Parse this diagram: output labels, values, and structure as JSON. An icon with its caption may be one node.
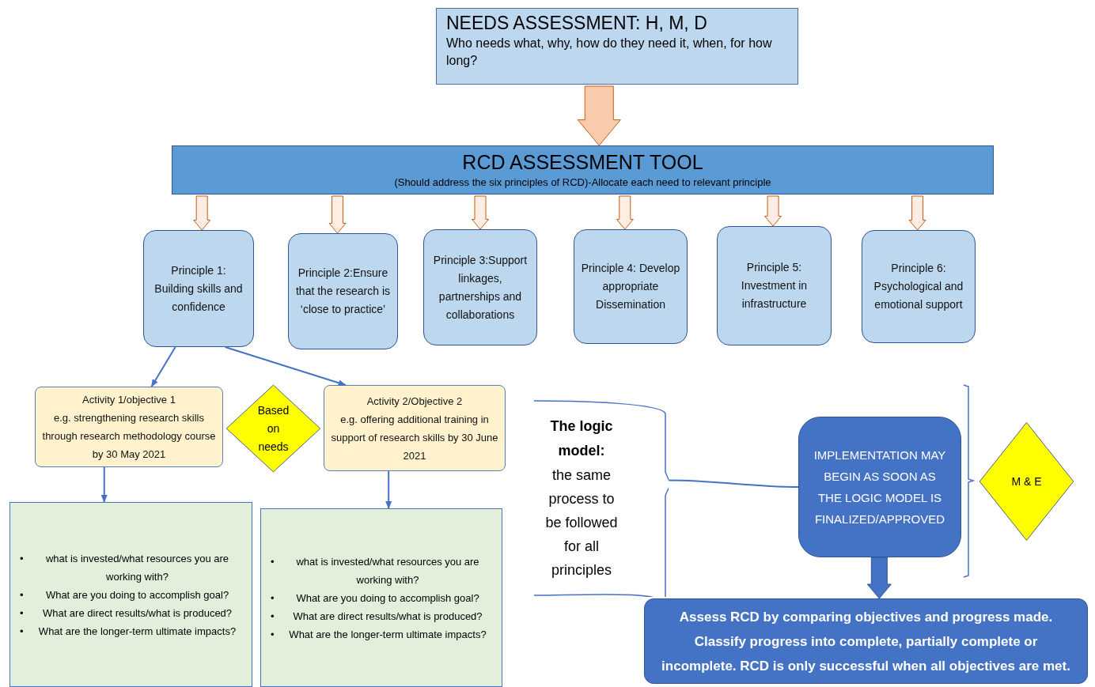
{
  "diagram": {
    "nodes": [
      {
        "text": [
          "NEEDS ASSESSMENT: H, M, D",
          "Who needs what, why, how do they need it, when, for how long?"
        ]
      },
      {
        "text": [
          "RCD ASSESSMENT TOOL",
          "(Should address the six principles of RCD)-Allocate each need to relevant principle"
        ]
      },
      {
        "text": [
          "Principle 1: Building skills and confidence"
        ]
      },
      {
        "text": [
          "Principle 2:Ensure that the research is ‘close to practice’"
        ]
      },
      {
        "text": [
          "Principle 3:Support linkages, partnerships and collaborations"
        ]
      },
      {
        "text": [
          "Principle 4: Develop appropriate Dissemination"
        ]
      },
      {
        "text": [
          "Principle 5: Investment in infrastructure"
        ]
      },
      {
        "text": [
          "Principle 6: Psychological and emotional support"
        ]
      },
      {
        "text": [
          "Activity 1/objective 1",
          "e.g. strengthening  research skills through research methodology course by 30 May 2021"
        ]
      },
      {
        "text": [
          "Based on needs"
        ]
      },
      {
        "text": [
          "Activity 2/Objective 2",
          "e.g. offering additional training in support of research skills by 30 June 2021"
        ]
      },
      {
        "text": [
          "•",
          "what is invested/what resources you are working with?",
          "•",
          "What are you doing to accomplish goal?",
          "•",
          "What are direct results/what is produced?",
          "•",
          "What are the longer-term ultimate impacts?"
        ]
      },
      {
        "text": [
          "•",
          "what is invested/what resources you are working with?",
          "•",
          "What are you doing to accomplish goal?",
          "•",
          "What are direct results/what is produced?",
          "•",
          "What are the longer-term ultimate impacts?"
        ]
      },
      {
        "text": [
          "The logic model:",
          "the same process to be followed for all principles"
        ]
      },
      {
        "text": [
          "IMPLEMENTATION MAY BEGIN AS SOON AS THE LOGIC MODEL IS FINALIZED/APPROVED"
        ]
      },
      {
        "text": [
          "M & E"
        ]
      },
      {
        "text": [
          "Assess RCD by comparing objectives and progress made. Classify progress into  complete, partially complete or incomplete. RCD is only successful when all objectives are met."
        ]
      }
    ],
    "edges": [
      {
        "from": 0,
        "to": 1,
        "arrow": "to",
        "style": "thick",
        "color": "#f8cbad"
      },
      {
        "from": 1,
        "to": 2,
        "arrow": "to",
        "style": "thick",
        "color": "#f8cbad"
      },
      {
        "from": 1,
        "to": 3,
        "arrow": "to",
        "style": "thick",
        "color": "#f8cbad"
      },
      {
        "from": 1,
        "to": 4,
        "arrow": "to",
        "style": "thick",
        "color": "#f8cbad"
      },
      {
        "from": 1,
        "to": 5,
        "arrow": "to",
        "style": "thick",
        "color": "#f8cbad"
      },
      {
        "from": 1,
        "to": 6,
        "arrow": "to",
        "style": "thick",
        "color": "#f8cbad"
      },
      {
        "from": 1,
        "to": 7,
        "arrow": "to",
        "style": "thick",
        "color": "#f8cbad"
      },
      {
        "from": 2,
        "to": 8,
        "arrow": "to"
      },
      {
        "from": 2,
        "to": 10,
        "arrow": "to"
      },
      {
        "from": 8,
        "to": 11,
        "arrow": "to"
      },
      {
        "from": 10,
        "to": 12,
        "arrow": "to"
      },
      {
        "from": 13,
        "to": 14,
        "arrow": "none"
      },
      {
        "from": 14,
        "to": 16,
        "arrow": "to",
        "style": "thick"
      }
    ]
  }
}
